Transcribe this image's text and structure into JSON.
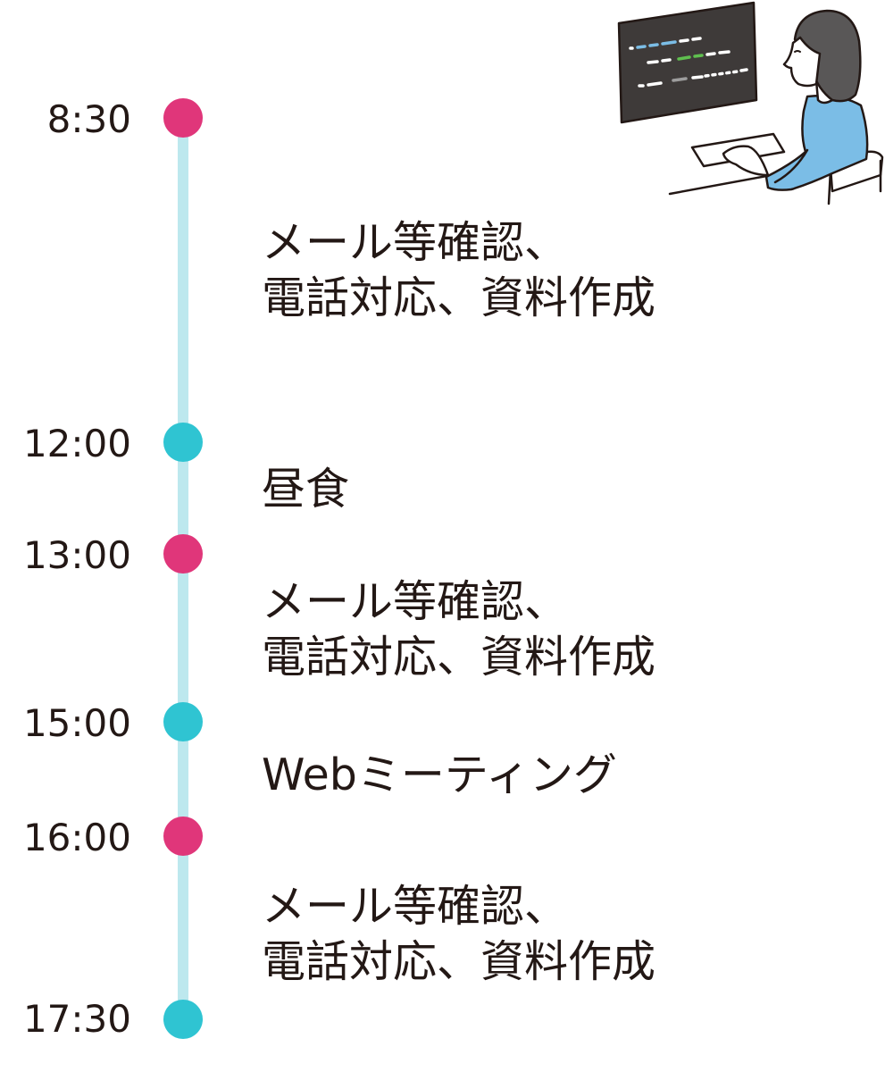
{
  "colors": {
    "line": "#bde8ee",
    "pink": "#e0367a",
    "teal": "#2fc4d2",
    "text": "#231815",
    "shirt": "#7bbde6",
    "monitor": "#3e3a39",
    "hair": "#595757"
  },
  "schedule": [
    {
      "time": "8:30",
      "dot_color": "pink"
    },
    {
      "time": "12:00",
      "dot_color": "teal"
    },
    {
      "time": "13:00",
      "dot_color": "pink"
    },
    {
      "time": "15:00",
      "dot_color": "teal"
    },
    {
      "time": "16:00",
      "dot_color": "pink"
    },
    {
      "time": "17:30",
      "dot_color": "teal"
    }
  ],
  "tasks": [
    {
      "line1": "メール等確認、",
      "line2": "電話対応、資料作成"
    },
    {
      "line1": "昼食"
    },
    {
      "line1": "メール等確認、",
      "line2": "電話対応、資料作成"
    },
    {
      "line1": "Webミーティング"
    },
    {
      "line1": "メール等確認、",
      "line2": "電話対応、資料作成"
    }
  ],
  "illustration": {
    "icon": "woman-at-computer-icon"
  }
}
